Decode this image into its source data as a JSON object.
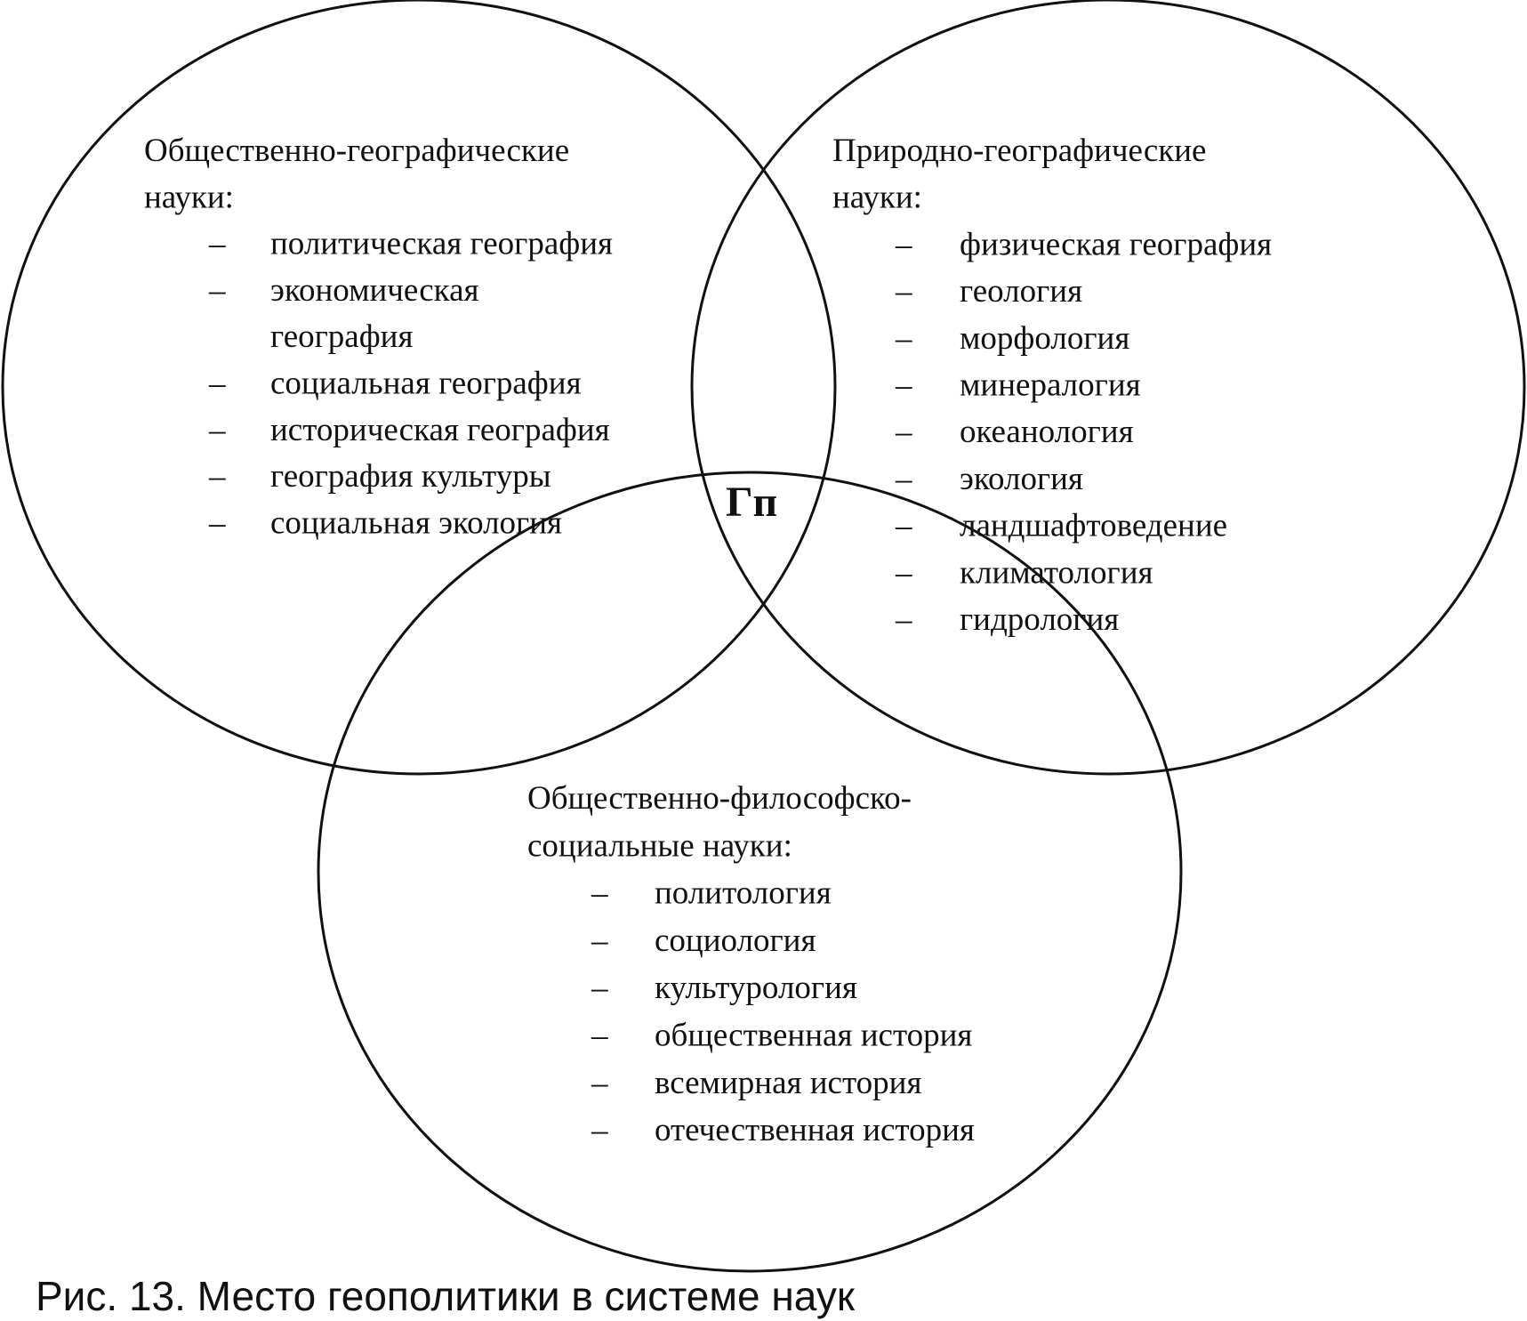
{
  "diagram": {
    "center_label": "Гп",
    "caption": "Рис. 13. Место геополитики в системе наук",
    "sets": [
      {
        "heading": [
          "Общественно-географические",
          "науки:"
        ],
        "items": [
          [
            "политическая география"
          ],
          [
            "экономическая",
            "география"
          ],
          [
            "социальная география"
          ],
          [
            "историческая география"
          ],
          [
            "география культуры"
          ],
          [
            "социальная экология"
          ]
        ]
      },
      {
        "heading": [
          "Природно-географические",
          "науки:"
        ],
        "items": [
          [
            "физическая география"
          ],
          [
            "геология"
          ],
          [
            "морфология"
          ],
          [
            "минералогия"
          ],
          [
            "океанология"
          ],
          [
            "экология"
          ],
          [
            "ландшафтоведение"
          ],
          [
            "климатология"
          ],
          [
            "гидрология"
          ]
        ]
      },
      {
        "heading": [
          "Общественно-философско-",
          "социальные науки:"
        ],
        "items": [
          [
            "политология"
          ],
          [
            "социология"
          ],
          [
            "культурология"
          ],
          [
            "общественная история"
          ],
          [
            "всемирная история"
          ],
          [
            "отечественная история"
          ]
        ]
      }
    ],
    "bullet": "–"
  }
}
